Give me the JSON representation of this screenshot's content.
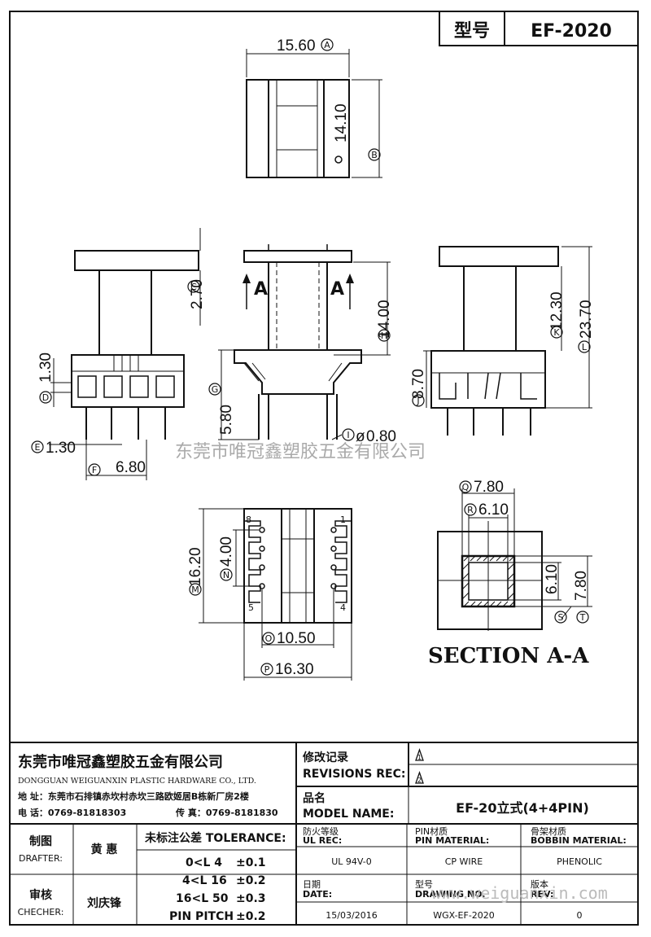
{
  "header": {
    "model_label": "型号",
    "model_value": "EF-2020"
  },
  "dimensions": {
    "top_width": "15.60",
    "top_width_tag": "A",
    "top_height": "14.10",
    "top_height_tag": "B",
    "left_flange": "2.70",
    "left_flange_tag": "C",
    "left_small": "1.30",
    "left_small_tag": "D",
    "left_bottom": "1.30",
    "left_bottom_tag": "E",
    "left_pitch": "6.80",
    "left_pitch_tag": "F",
    "front_height": "14.00",
    "front_height_tag": "H",
    "front_base": "5.80",
    "front_base_tag": "G",
    "pin_dia": "0.80",
    "pin_dia_tag": "I",
    "side_mid": "12.30",
    "side_mid_tag": "K",
    "side_total": "23.70",
    "side_total_tag": "L",
    "side_low": "8.70",
    "side_low_tag": "J",
    "bottom_height": "16.20",
    "bottom_height_tag": "M",
    "bottom_pitch": "4.00",
    "bottom_pitch_tag": "N",
    "bottom_row": "10.50",
    "bottom_row_tag": "O",
    "bottom_width": "16.30",
    "bottom_width_tag": "P",
    "sec_outer_w": "7.80",
    "sec_outer_w_tag": "Q",
    "sec_inner_w": "6.10",
    "sec_inner_w_tag": "R",
    "sec_inner_h": "6.10",
    "sec_inner_h_tag": "S",
    "sec_outer_h": "7.80",
    "sec_outer_h_tag": "T",
    "section_marker": "A",
    "pin_labels": [
      "8",
      "1",
      "5",
      "4"
    ]
  },
  "section_title": "SECTION A-A",
  "watermark": "东莞市唯冠鑫塑胶五金有限公司",
  "watermark_url": "www.weiguanxin.com",
  "company": {
    "name_cn": "东莞市唯冠鑫塑胶五金有限公司",
    "name_en": "DONGGUAN WEIGUANXIN PLASTIC HARDWARE CO., LTD.",
    "address": "地  址：东莞市石排镇赤坎村赤坎三路欧姬居B栋新厂房2楼",
    "phone": "电  话：0769-81818303",
    "fax": "传  真：0769-8181830"
  },
  "revisions": {
    "label_cn": "修改记录",
    "label_en": "REVISIONS REC:",
    "marks": [
      "1",
      "2"
    ]
  },
  "model": {
    "label_cn": "品名",
    "label_en": "MODEL NAME:",
    "value": "EF-20立式(4+4PIN)"
  },
  "drafter": {
    "label_cn": "制图",
    "label_en": "DRAFTER:",
    "name": "黄 惠"
  },
  "checker": {
    "label_cn": "审核",
    "label_en": "CHECHER:",
    "name": "刘庆锋"
  },
  "tolerance": {
    "title": "未标注公差 TOLERANCE:",
    "rows": [
      {
        "range": "0<L  4",
        "value": "±0.1"
      },
      {
        "range": "4<L  16",
        "value": "±0.2"
      },
      {
        "range": "16<L  50",
        "value": "±0.3"
      },
      {
        "range": "PIN PITCH",
        "value": "±0.2"
      }
    ]
  },
  "specs": {
    "ul_label_cn": "防火等级",
    "ul_label_en": "UL REC:",
    "ul_value": "UL 94V-0",
    "pin_label_cn": "PIN材质",
    "pin_label_en": "PIN MATERIAL:",
    "pin_value": "CP WIRE",
    "bobbin_label_cn": "骨架材质",
    "bobbin_label_en": "BOBBIN MATERIAL:",
    "bobbin_value": "PHENOLIC",
    "date_label_cn": "日期",
    "date_label_en": "DATE:",
    "date_value": "15/03/2016",
    "drawing_label_cn": "型号",
    "drawing_label_en": "DRAWING NO.",
    "drawing_value": "WGX-EF-2020",
    "rev_label_cn": "版本",
    "rev_label_en": "REV:",
    "rev_value": "0"
  }
}
